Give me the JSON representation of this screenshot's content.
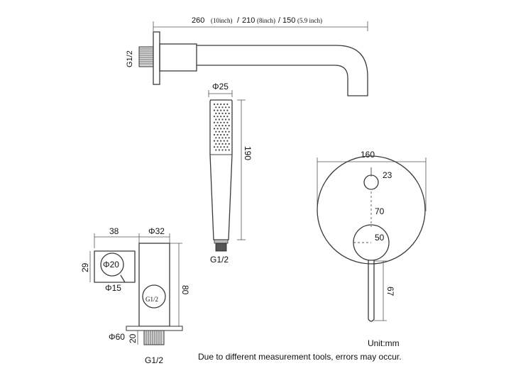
{
  "spout": {
    "length_label": "260",
    "length_imperial_label": "(10inch)",
    "length_sep_1": "/",
    "length_label_2": "210",
    "length_imperial_label_2": "(8inch)",
    "length_sep_2": "/",
    "length_label_3": "150",
    "length_imperial_label_3": "(5.9 inch)",
    "thread_label": "G1/2"
  },
  "hand_shower": {
    "diameter_label": "Φ25",
    "length_label": "190",
    "thread_label": "G1/2"
  },
  "diverter_plate": {
    "diameter_label": "160",
    "small_knob_label": "23",
    "spacing_label": "70",
    "large_knob_label": "50",
    "lever_label": "67"
  },
  "wall_bracket": {
    "width_label": "38",
    "outlet_diameter_label": "Φ32",
    "height_label": "29",
    "hook_diameter_label": "Φ20",
    "hook_inner_label": "Φ15",
    "body_height_label": "80",
    "inlet_thread_label": "G1/2",
    "flange_label": "Φ60",
    "flange_depth_label": "20",
    "bottom_thread_label": "G1/2"
  },
  "notes": {
    "unit": "Unit:mm",
    "disclaimer": "Due to different measurement tools, errors may occur."
  }
}
